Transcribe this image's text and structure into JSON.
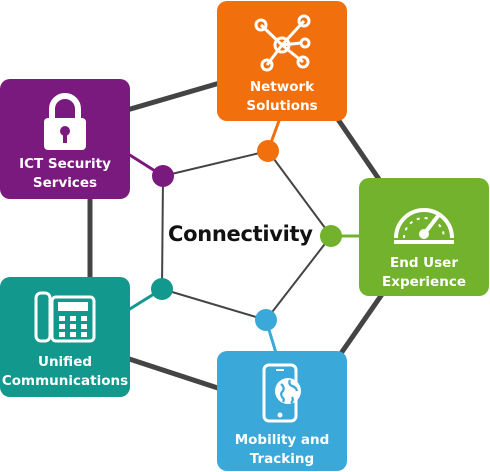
{
  "center": {
    "label": "Connectivity"
  },
  "nodes": [
    {
      "id": "network",
      "label_lines": [
        "Network",
        "Solutions"
      ],
      "icon": "network-nodes-icon",
      "color": "#f26f0e"
    },
    {
      "id": "security",
      "label_lines": [
        "ICT Security",
        "Services"
      ],
      "icon": "padlock-icon",
      "color": "#7a1a7f"
    },
    {
      "id": "enduser",
      "label_lines": [
        "End User",
        "Experience"
      ],
      "icon": "speedometer-icon",
      "color": "#72b22d"
    },
    {
      "id": "unified",
      "label_lines": [
        "Unified",
        "Communications"
      ],
      "icon": "desk-phone-icon",
      "color": "#12988d"
    },
    {
      "id": "mobility",
      "label_lines": [
        "Mobility and",
        "Tracking"
      ],
      "icon": "smartphone-globe-icon",
      "color": "#3aa8d9"
    }
  ],
  "colors": {
    "outer_connector": "#444444",
    "inner_pentagon": "#444444",
    "background": "#ffffff"
  }
}
